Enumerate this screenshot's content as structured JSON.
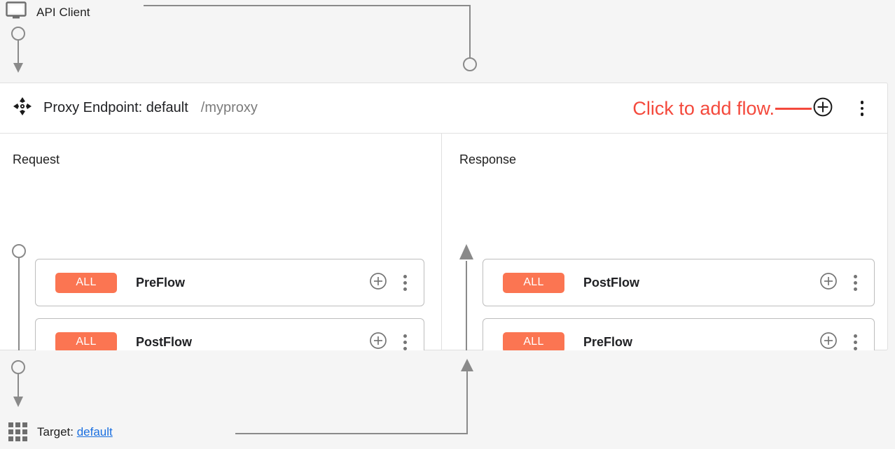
{
  "client": {
    "label": "API Client",
    "icon": "monitor-icon"
  },
  "proxy": {
    "icon": "move-drag-icon",
    "title": "Proxy Endpoint: default",
    "path": "/myproxy",
    "annotation": "Click to add flow.",
    "add_flow_icon": "plus-circle-icon",
    "menu_icon": "kebab-menu-icon"
  },
  "columns": {
    "request": {
      "title": "Request",
      "direction": "down",
      "flows": [
        {
          "badge": "ALL",
          "name": "PreFlow",
          "add_icon": "plus-circle-icon",
          "menu_icon": "kebab-menu-icon"
        },
        {
          "badge": "ALL",
          "name": "PostFlow",
          "add_icon": "plus-circle-icon",
          "menu_icon": "kebab-menu-icon"
        }
      ]
    },
    "response": {
      "title": "Response",
      "direction": "up",
      "flows": [
        {
          "badge": "ALL",
          "name": "PostFlow",
          "add_icon": "plus-circle-icon",
          "menu_icon": "kebab-menu-icon"
        },
        {
          "badge": "ALL",
          "name": "PreFlow",
          "add_icon": "plus-circle-icon",
          "menu_icon": "kebab-menu-icon"
        }
      ]
    }
  },
  "target": {
    "icon": "grid-dots-icon",
    "label": "Target:",
    "name": "default"
  },
  "colors": {
    "badge_orange": "#fb7552",
    "annotation_red": "#f4493c",
    "link_blue": "#1a6fe0",
    "connector_gray": "#8a8a8a",
    "panel_background": "#ffffff",
    "page_background": "#f5f5f5"
  }
}
